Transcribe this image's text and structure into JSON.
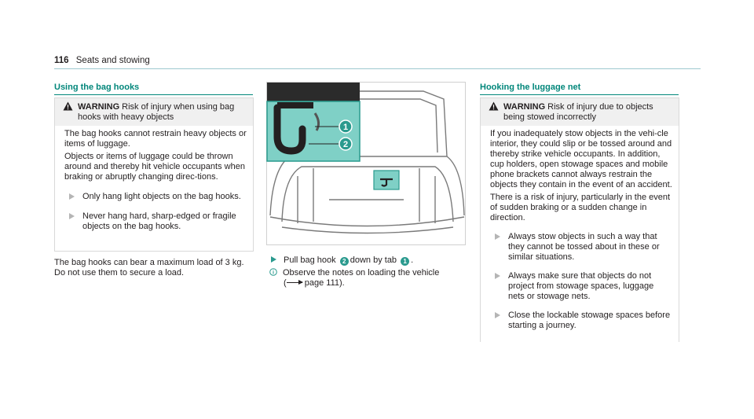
{
  "header": {
    "page_number": "116",
    "section": "Seats and stowing"
  },
  "left": {
    "heading": "Using the bag hooks",
    "warning": {
      "label": "WARNING",
      "text": "Risk of injury when using bag hooks with heavy objects"
    },
    "paragraphs": [
      "The bag hooks cannot restrain heavy objects or items of luggage.",
      "Objects or items of luggage could be thrown around and thereby hit vehicle occupants when braking or abruptly changing direc-tions."
    ],
    "bullets": [
      "Only hang light objects on the bag hooks.",
      "Never hang hard, sharp-edged or fragile objects on the bag hooks."
    ],
    "footer_text": "The bag hooks can bear a maximum load of 3 kg. Do not use them to secure a load."
  },
  "middle": {
    "step": {
      "pre": "Pull bag hook",
      "n1": "2",
      "mid": "down by tab",
      "n2": "1",
      "post": "."
    },
    "note": {
      "pre": "Observe the notes on loading the vehicle",
      "ref": "page 111",
      "post": ")."
    },
    "figure_callouts": [
      "1",
      "2"
    ]
  },
  "right": {
    "heading": "Hooking the luggage net",
    "warning": {
      "label": "WARNING",
      "text": "Risk of injury due to objects being stowed incorrectly"
    },
    "paragraphs": [
      "If you inadequately stow objects in the vehi-cle interior, they could slip or be tossed around and thereby strike vehicle occupants. In addition, cup holders, open stowage spaces and mobile phone brackets cannot always restrain the objects they contain in the event of an accident.",
      "There is a risk of injury, particularly in the event of sudden braking or a sudden change in direction."
    ],
    "bullets": [
      "Always stow objects in such a way that they cannot be tossed about in these or similar situations.",
      "Always make sure that objects do not project from stowage spaces, luggage nets or stowage nets.",
      "Close the lockable stowage spaces before starting a journey."
    ]
  },
  "colors": {
    "accent": "#00867a",
    "callout": "#2a9a8e",
    "warning_bg": "#f0f0f0"
  }
}
